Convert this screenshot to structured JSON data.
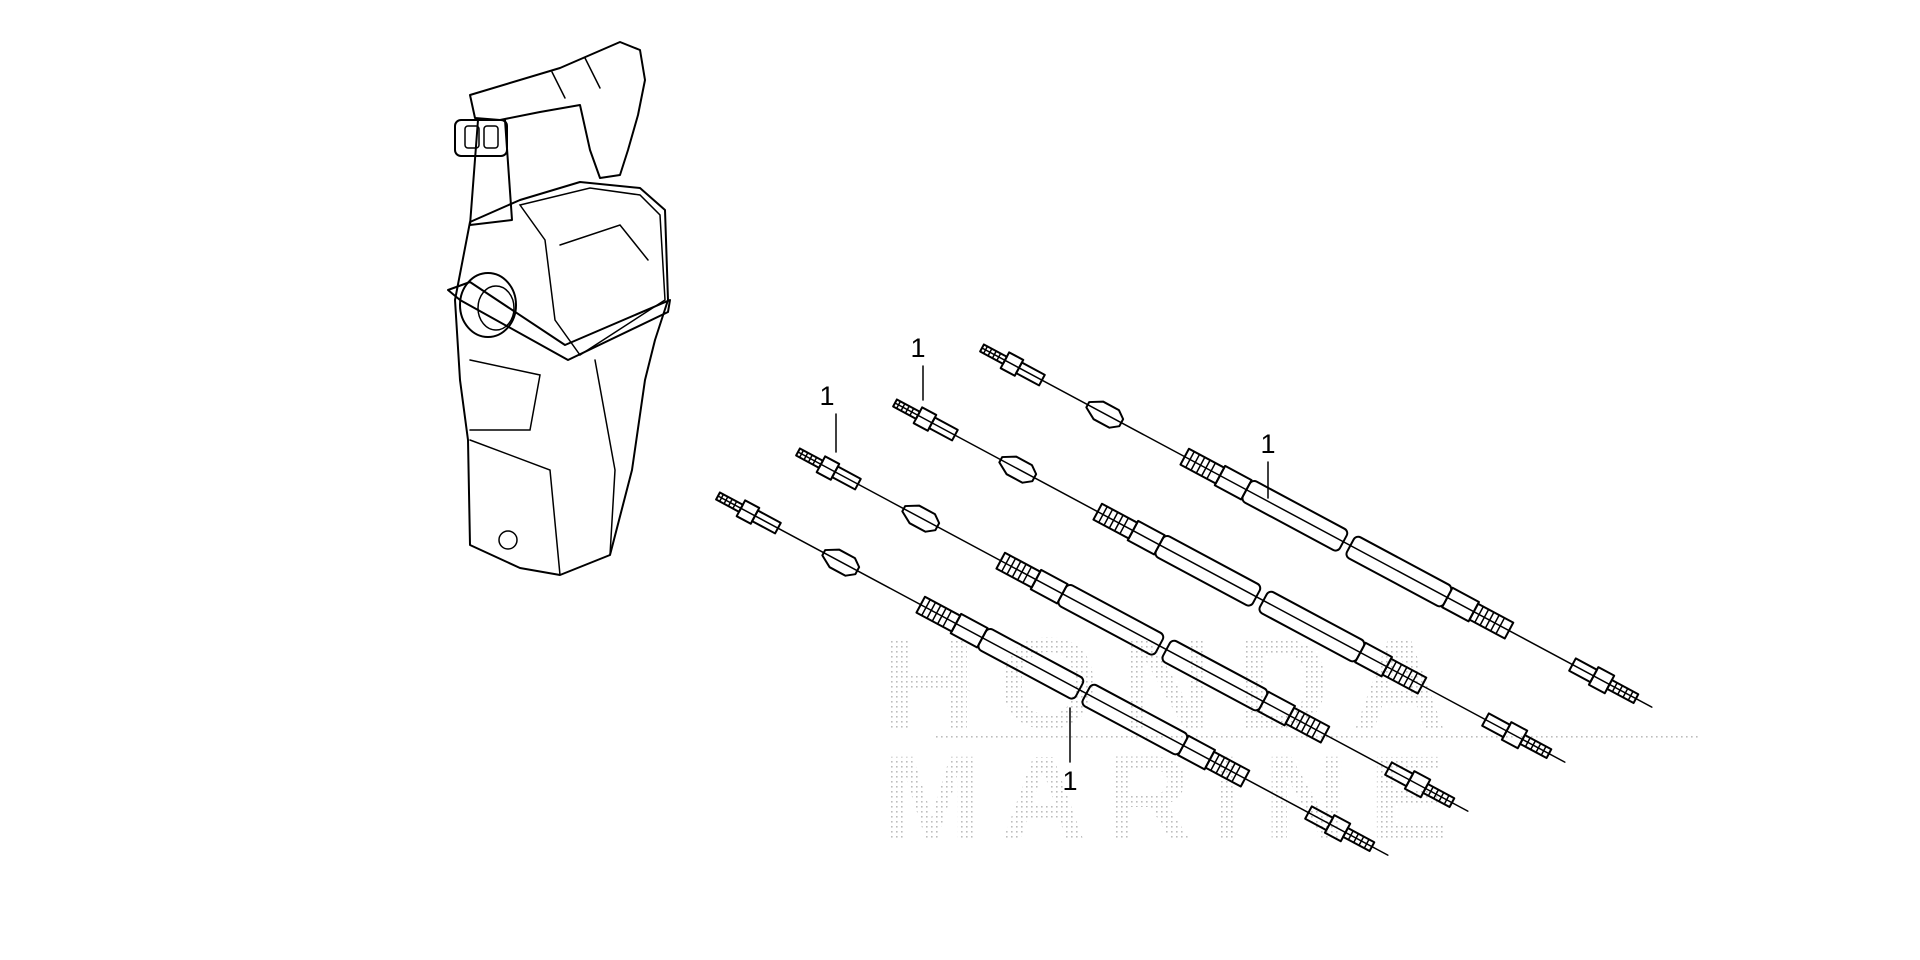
{
  "diagram": {
    "callouts": [
      {
        "label": "1"
      },
      {
        "label": "1"
      },
      {
        "label": "1"
      },
      {
        "label": "1"
      }
    ],
    "watermark": {
      "line1": "HONDA",
      "line2": "MARINE",
      "color": "#bdbdbd"
    },
    "parts": {
      "control_box": "remote-control-box",
      "cables": [
        "control-cable",
        "control-cable",
        "control-cable",
        "control-cable"
      ]
    }
  }
}
